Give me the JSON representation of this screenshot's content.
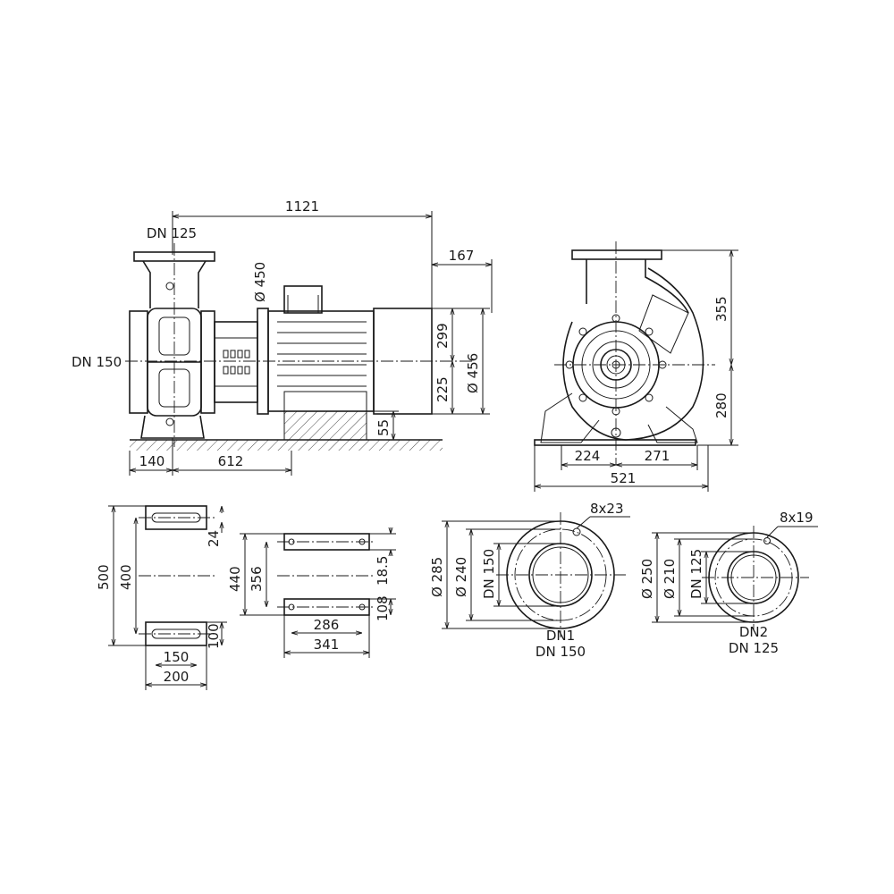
{
  "side_view": {
    "overall_length": "1121",
    "motor_overhang": "167",
    "dn_top": "DN 125",
    "dn_side": "DN 150",
    "shaft_flange_dia": "Ø 450",
    "motor_upper": "299",
    "motor_lower": "225",
    "motor_dia": "Ø 456",
    "foot_height": "55",
    "base_left": "140",
    "base_length": "612"
  },
  "front_view": {
    "height_upper": "355",
    "height_lower": "280",
    "foot_left": "224",
    "foot_right": "271",
    "total_width": "521"
  },
  "foot_plan": {
    "outer_height": "500",
    "inner_height": "400",
    "slot_width": "24",
    "pad_depth": "100",
    "hole_spacing": "150",
    "pad_width": "200"
  },
  "motor_feet": {
    "outer_height": "440",
    "inner_height": "356",
    "slot_width": "18.5",
    "foot_depth": "108",
    "hole_spacing": "286",
    "foot_width": "341"
  },
  "flange_dn1": {
    "holes": "8x23",
    "outer_dia": "Ø 285",
    "bolt_circle": "Ø 240",
    "bore": "DN 150",
    "label": "DN1",
    "label_sub": "DN 150"
  },
  "flange_dn2": {
    "holes": "8x19",
    "outer_dia": "Ø 250",
    "bolt_circle": "Ø 210",
    "bore": "DN 125",
    "label": "DN2",
    "label_sub": "DN 125"
  }
}
